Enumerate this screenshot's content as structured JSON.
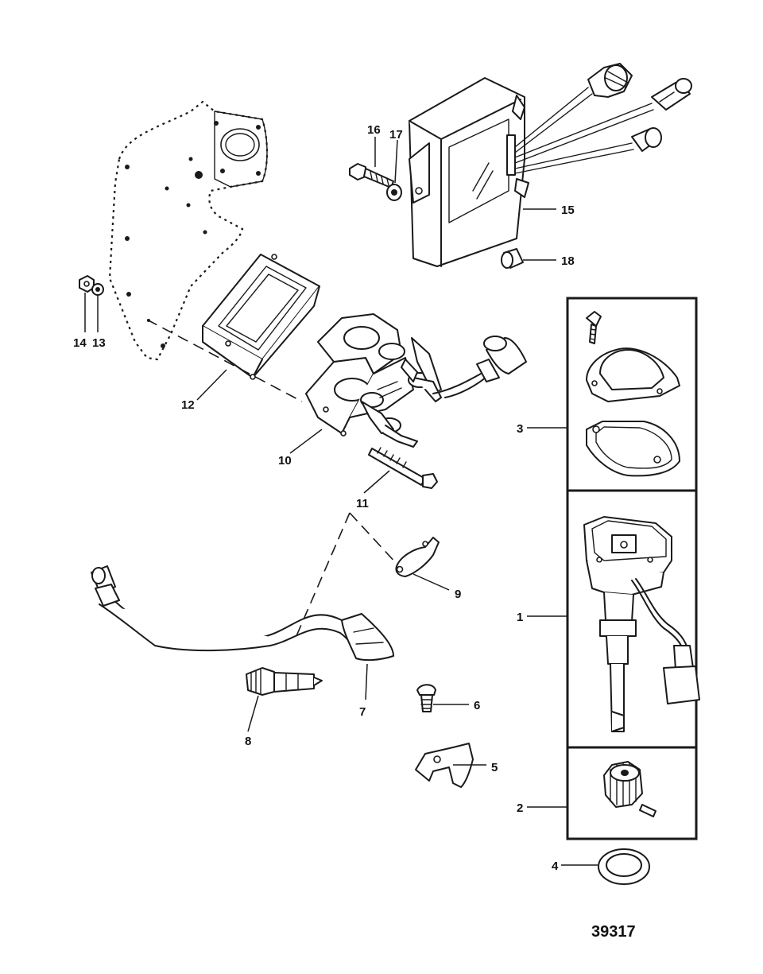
{
  "figure_number": "39317",
  "callouts": {
    "c1": "1",
    "c2": "2",
    "c3": "3",
    "c4": "4",
    "c5": "5",
    "c6": "6",
    "c7": "7",
    "c8": "8",
    "c9": "9",
    "c10": "10",
    "c11": "11",
    "c12": "12",
    "c13": "13",
    "c14": "14",
    "c15": "15",
    "c16": "16",
    "c17": "17",
    "c18": "18"
  }
}
